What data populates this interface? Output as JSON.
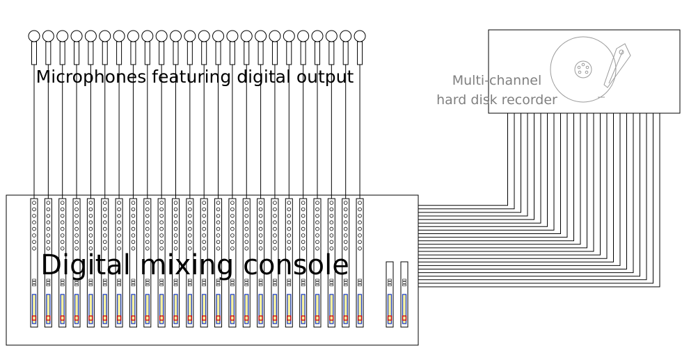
{
  "mic_label": "Microphones featuring digital output",
  "console_label": "Digital mixing console",
  "recorder_label_line1": "Multi-channel",
  "recorder_label_line2": "hard disk recorder",
  "channel_count": 24,
  "master_strip_count": 2,
  "recorder_output_lines": 24,
  "colors": {
    "line": "#000000",
    "recorder": "#808080",
    "fader_blue": "#1f3fbf",
    "fader_red": "#cc0000",
    "fader_yellow": "#f5f0a0"
  },
  "icons": [
    "microphone-icon",
    "hard-disk-platter-icon",
    "fader-icon",
    "knob-icon"
  ]
}
